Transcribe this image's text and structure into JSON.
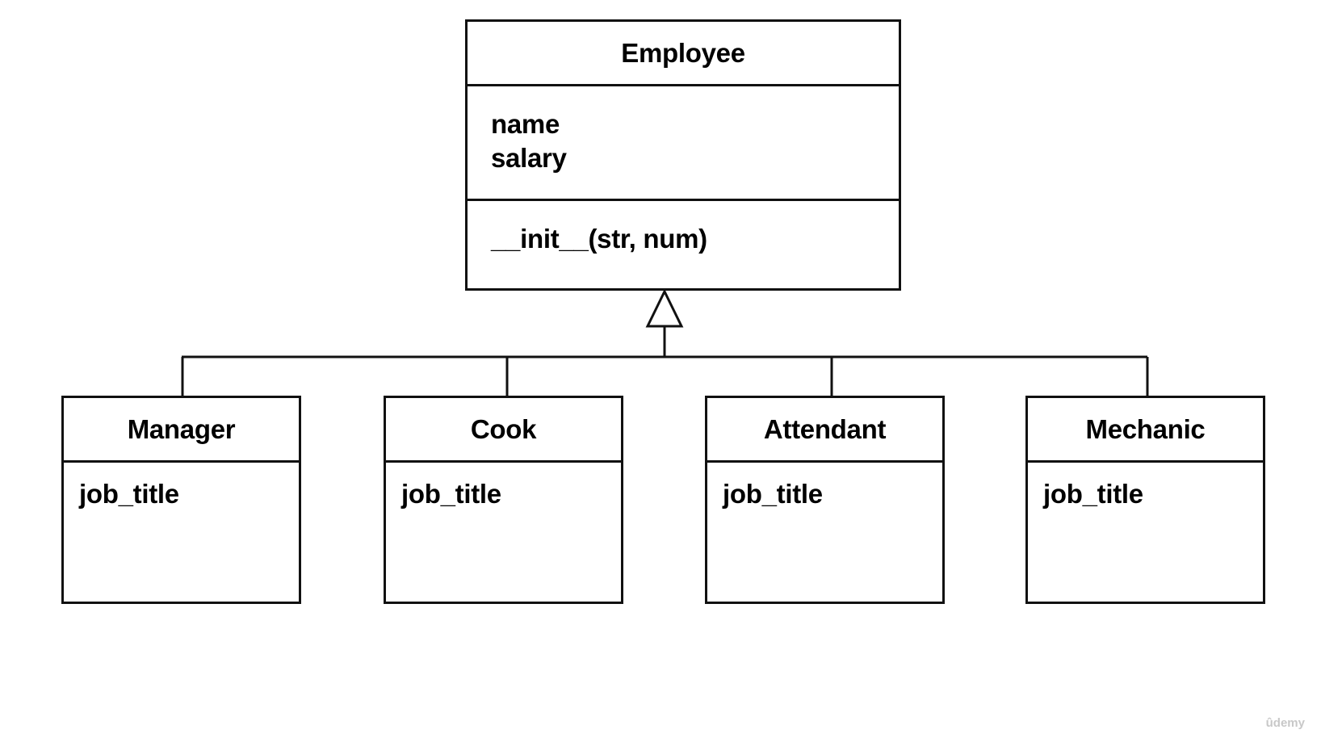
{
  "superclass": {
    "name": "Employee",
    "attributes": [
      "name",
      "salary"
    ],
    "operations": [
      "__init__(str, num)"
    ]
  },
  "subclasses": [
    {
      "name": "Manager",
      "attributes": [
        "job_title"
      ]
    },
    {
      "name": "Cook",
      "attributes": [
        "job_title"
      ]
    },
    {
      "name": "Attendant",
      "attributes": [
        "job_title"
      ]
    },
    {
      "name": "Mechanic",
      "attributes": [
        "job_title"
      ]
    }
  ],
  "relationship": "generalization",
  "watermark": "ûdemy",
  "colors": {
    "line": "#111111",
    "background": "#ffffff",
    "watermark": "#c8c8c8"
  }
}
